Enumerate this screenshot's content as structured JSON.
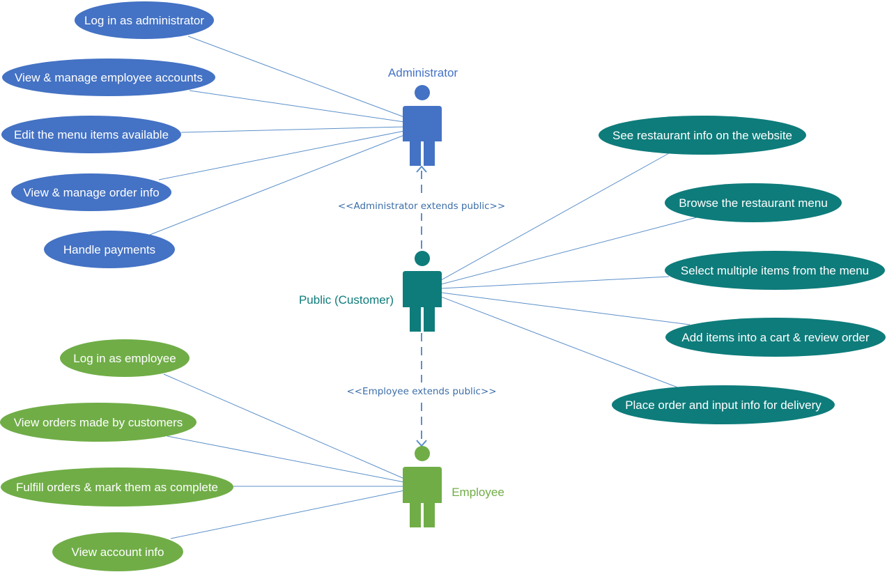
{
  "colors": {
    "admin": "#4472c4",
    "public": "#0e7c7b",
    "employee": "#70ad47",
    "line": "#5b8fc9",
    "relation_text": "#3c6ea8"
  },
  "actors": {
    "administrator": {
      "label": "Administrator",
      "icon": "person-icon"
    },
    "public": {
      "label": "Public (Customer)",
      "icon": "person-icon"
    },
    "employee": {
      "label": "Employee",
      "icon": "person-icon"
    }
  },
  "relations": {
    "admin_extends": "<<Administrator extends public>>",
    "employee_extends": "<<Employee extends public>>"
  },
  "use_cases": {
    "admin": [
      "Log in as administrator",
      "View & manage employee accounts",
      "Edit the menu items available",
      "View & manage order info",
      "Handle payments"
    ],
    "public": [
      "See restaurant info on the website",
      "Browse the restaurant menu",
      "Select multiple items from the menu",
      "Add items into a cart & review order",
      "Place order and input info for delivery"
    ],
    "employee": [
      "Log in as employee",
      "View orders made by customers",
      "Fulfill orders & mark them as complete",
      "View account info"
    ]
  }
}
